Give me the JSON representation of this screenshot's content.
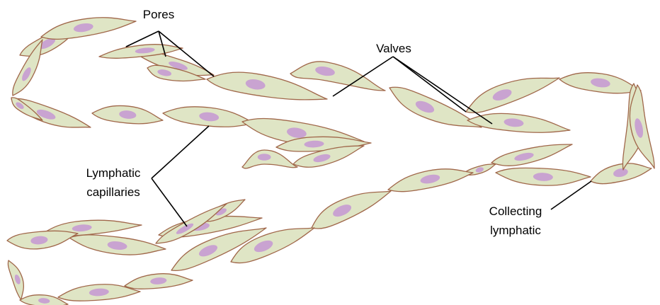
{
  "labels": {
    "pores": "Pores",
    "valves": "Valves",
    "lymphatic_capillaries": [
      "Lymphatic",
      "capillaries"
    ],
    "collecting_lymphatic": [
      "Collecting",
      "lymphatic"
    ]
  },
  "colors": {
    "cell_fill": "#dfe5c5",
    "cell_stroke": "#a0674a",
    "nucleus": "#c9a3d1",
    "leader_line": "#000000",
    "text": "#000000",
    "background": "#ffffff"
  }
}
